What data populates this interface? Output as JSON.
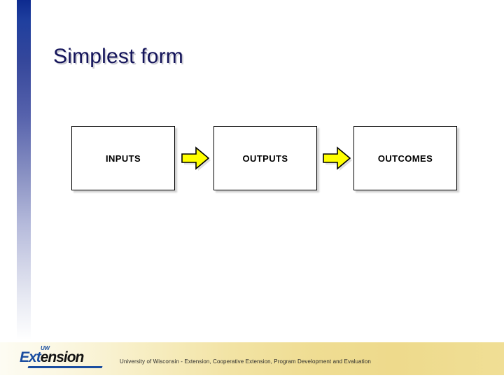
{
  "slide": {
    "title": "Simplest form",
    "title_color": "#14145a",
    "background_color": "#ffffff"
  },
  "accent_bar": {
    "name": "left-gradient-bar",
    "from_color": "#0d2a8f",
    "to_color": "#ffffff"
  },
  "diagram": {
    "type": "logic-model-flow",
    "box_border_color": "#000000",
    "box_fill_color": "#ffffff",
    "arrow_fill_color": "#ffff00",
    "arrow_outline_color": "#000000",
    "stages": [
      {
        "label": "INPUTS"
      },
      {
        "label": "OUTPUTS"
      },
      {
        "label": "OUTCOMES"
      }
    ],
    "connectors": [
      {
        "name": "arrow-inputs-to-outputs",
        "direction": "right"
      },
      {
        "name": "arrow-outputs-to-outcomes",
        "direction": "right"
      }
    ]
  },
  "footer": {
    "credit": "University of Wisconsin - Extension, Cooperative Extension, Program Development and Evaluation",
    "band_color_left": "#fdfcf3",
    "band_color_right": "#eeda8c",
    "logo": {
      "superscript": "UW",
      "word_part_1": "Ex",
      "word_part_2": "t",
      "word_part_3": "ension",
      "blue": "#1b4ea0",
      "black": "#121212"
    }
  }
}
